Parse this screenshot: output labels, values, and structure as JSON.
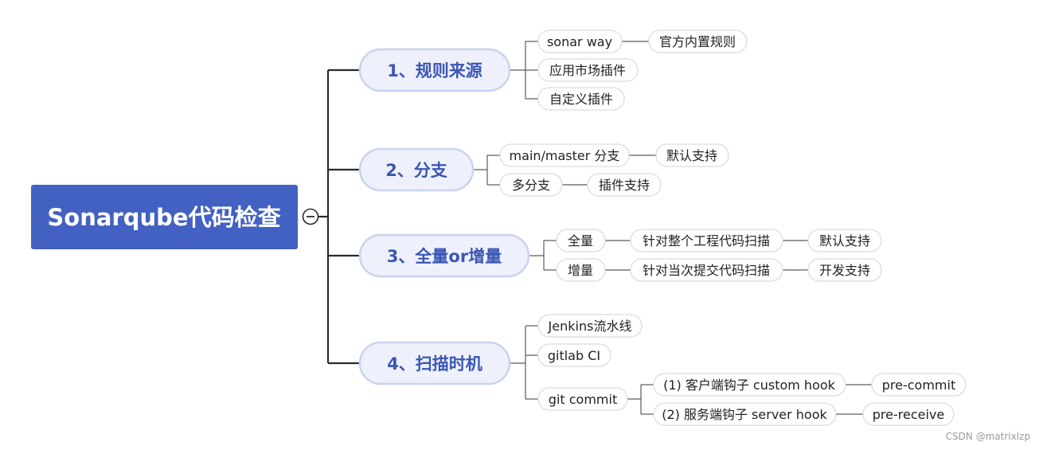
{
  "root": {
    "label": "Sonarqube代码检查"
  },
  "branches": [
    {
      "label": "1、规则来源"
    },
    {
      "label": "2、分支"
    },
    {
      "label": "3、全量or增量"
    },
    {
      "label": "4、扫描时机"
    }
  ],
  "rules": {
    "sonar_way": "sonar way",
    "builtin": "官方内置规则",
    "marketplace": "应用市场插件",
    "custom": "自定义插件"
  },
  "branch": {
    "main_master": "main/master 分支",
    "default_support": "默认支持",
    "multi": "多分支",
    "plugin_support": "插件支持"
  },
  "scope": {
    "full": "全量",
    "full_desc": "针对整个工程代码扫描",
    "full_support": "默认支持",
    "incremental": "增量",
    "incremental_desc": "针对当次提交代码扫描",
    "incremental_support": "开发支持"
  },
  "timing": {
    "jenkins": "Jenkins流水线",
    "gitlab_ci": "gitlab CI",
    "git_commit": "git commit",
    "client_hook": "(1) 客户端钩子 custom hook",
    "pre_commit": "pre-commit",
    "server_hook": "(2) 服务端钩子 server hook",
    "pre_receive": "pre-receive"
  },
  "watermark": "CSDN @matrixlzp",
  "colors": {
    "root_fill": "#4361c2",
    "branch_fill": "#eef1fb",
    "branch_text": "#3b56b3",
    "connector": "#2b2b2b"
  }
}
